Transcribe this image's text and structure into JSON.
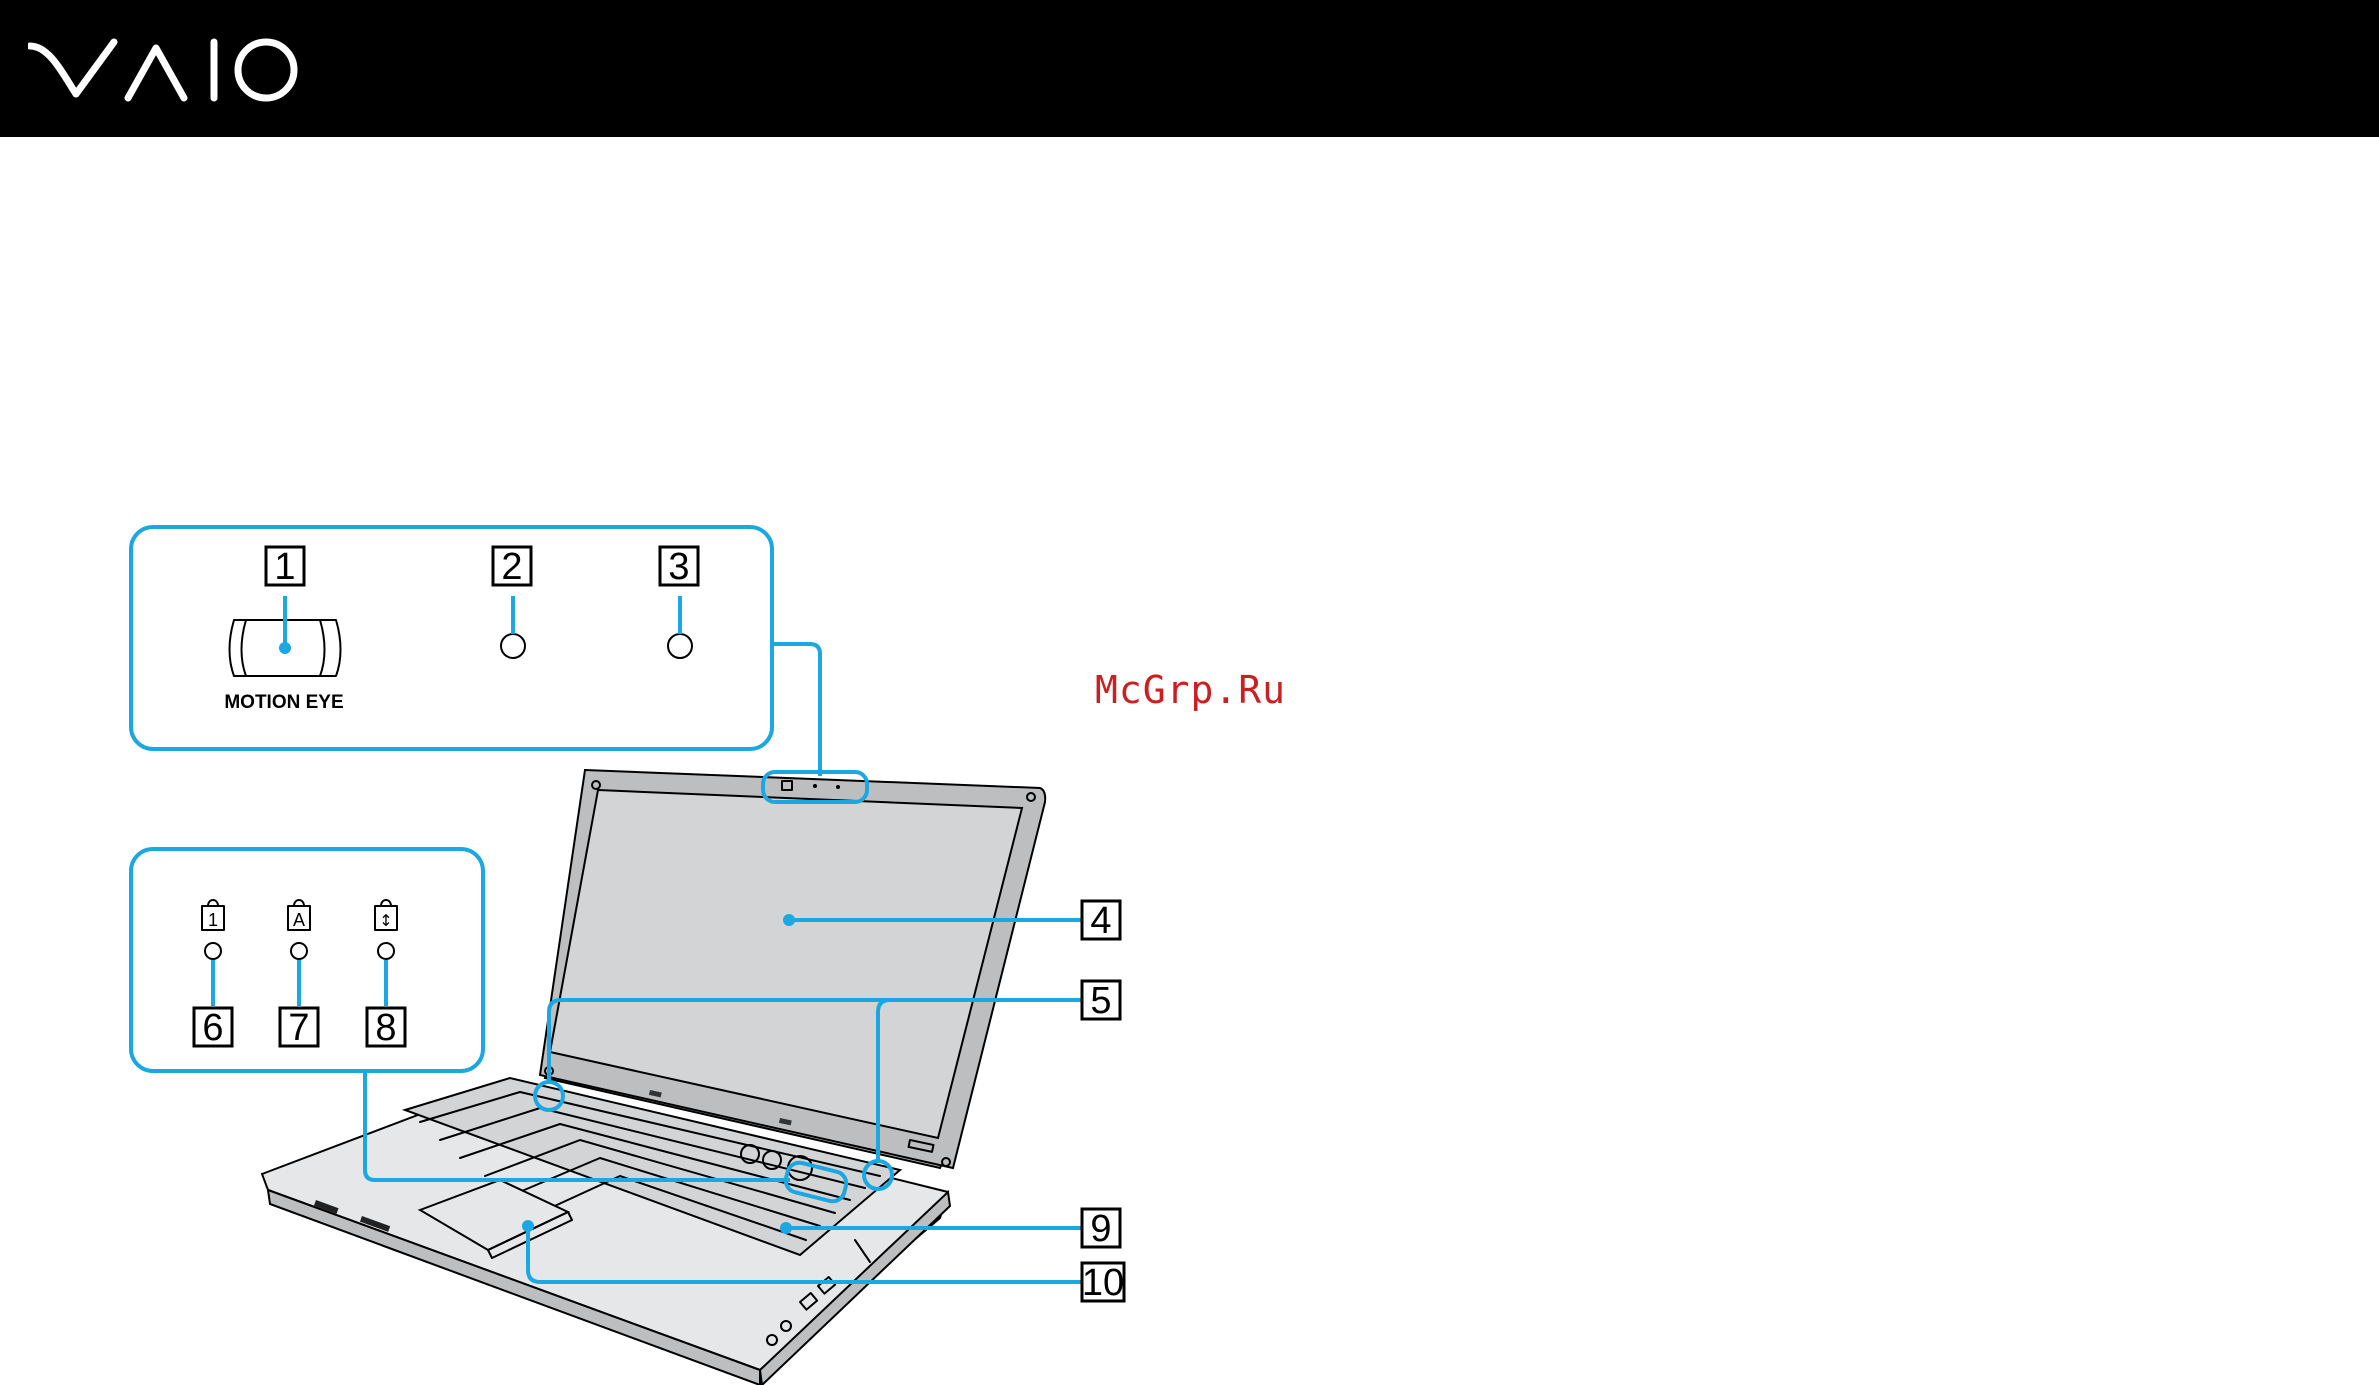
{
  "header": {
    "brand": "VAIO",
    "bar_color": "#000000",
    "logo_color": "#ffffff"
  },
  "watermark": {
    "text": "McGrp.Ru",
    "color": "#cc1f1f"
  },
  "figure": {
    "accent_color": "#1ba7e1",
    "camera_label": "MOTION EYE",
    "indicator_icons": [
      "num-lock-icon",
      "caps-lock-icon",
      "scroll-lock-icon"
    ],
    "indicator_glyphs": [
      "1",
      "A",
      "↕"
    ],
    "callouts": [
      "1",
      "2",
      "3",
      "4",
      "5",
      "6",
      "7",
      "8",
      "9",
      "10"
    ]
  }
}
